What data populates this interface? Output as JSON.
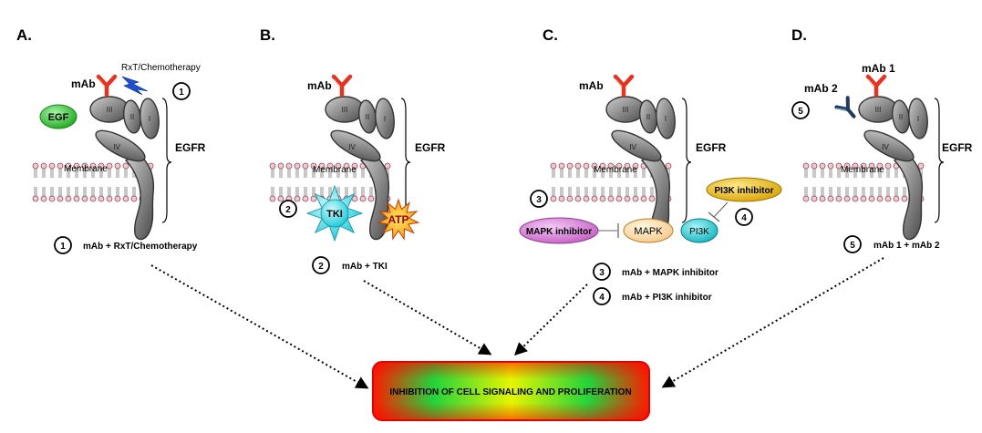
{
  "panels": {
    "A": {
      "letter": "A.",
      "antibody": "mAb",
      "therapy": "RxT/Chemotherapy",
      "ligand": "EGF",
      "membrane": "Membrane",
      "receptor": "EGFR",
      "step_number": "1",
      "combo_number": "1",
      "combo": "mAb + RxT/Chemotherapy"
    },
    "B": {
      "letter": "B.",
      "antibody": "mAb",
      "membrane": "Membrane",
      "receptor": "EGFR",
      "tki": "TKI",
      "atp": "ATP",
      "step_number": "2",
      "combo_number": "2",
      "combo": "mAb + TKI"
    },
    "C": {
      "letter": "C.",
      "antibody": "mAb",
      "membrane": "Membrane",
      "receptor": "EGFR",
      "pi3k_inhibitor": "PI3K inhibitor",
      "mapk_inhibitor": "MAPK inhibitor",
      "mapk": "MAPK",
      "pi3k": "PI3K",
      "step_number_3": "3",
      "step_number_4": "4",
      "combo_number_3": "3",
      "combo_3": "mAb  + MAPK inhibitor",
      "combo_number_4": "4",
      "combo_4": "mAb + PI3K inhibitor"
    },
    "D": {
      "letter": "D.",
      "antibody_1": "mAb 1",
      "antibody_2": "mAb 2",
      "membrane": "Membrane",
      "receptor": "EGFR",
      "step_number": "5",
      "combo_number": "5",
      "combo": "mAb 1 + mAb 2"
    }
  },
  "domains": {
    "I": "I",
    "II": "II",
    "III": "III",
    "IV": "IV"
  },
  "outcome": "INHIBITION OF CELL SIGNALING AND PROLIFERATION",
  "colors": {
    "antibody": "#e8321e",
    "antibody_2": "#1e3a5f",
    "receptor": "#8c8c8c",
    "egf": "#2ecc2e",
    "tki": "#2ee6e6",
    "atp": "#ffcc00",
    "mapk_inhibitor": "#d77fd7",
    "pi3k_inhibitor": "#e0b400",
    "outcome_edge": "#ff0000",
    "outcome_mid": "#33e033",
    "outcome_center": "#dff000"
  }
}
